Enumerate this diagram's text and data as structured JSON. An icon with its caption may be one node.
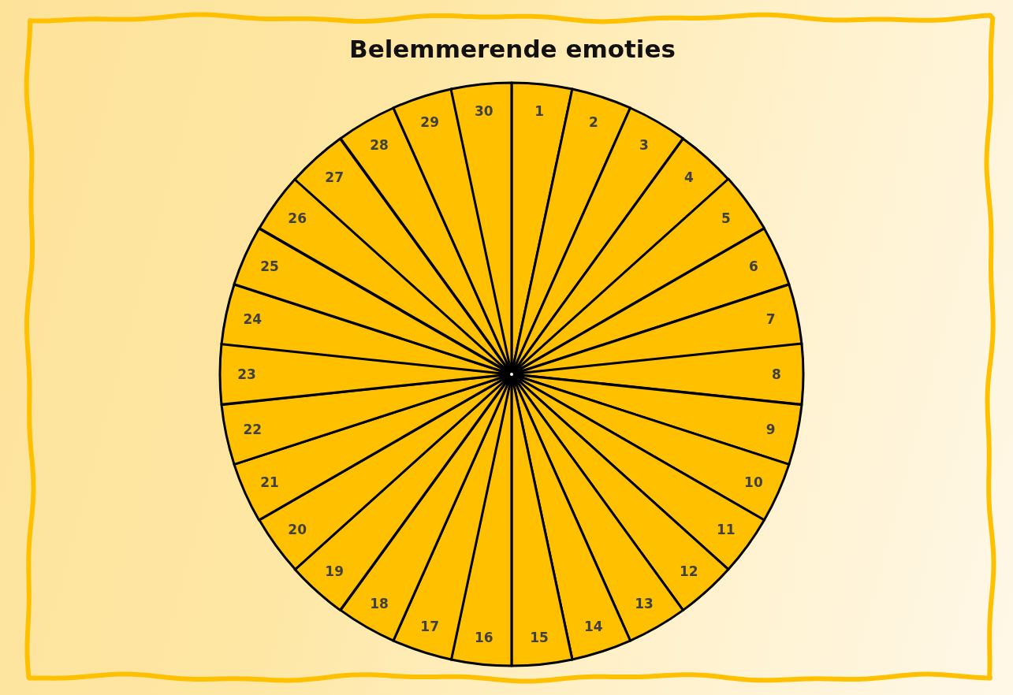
{
  "diagram": {
    "title": "Belemmerende emoties",
    "nodes": [
      {
        "text": [
          "1"
        ]
      },
      {
        "text": [
          "2"
        ]
      },
      {
        "text": [
          "3"
        ]
      },
      {
        "text": [
          "4"
        ]
      },
      {
        "text": [
          "5"
        ]
      },
      {
        "text": [
          "6"
        ]
      },
      {
        "text": [
          "7"
        ]
      },
      {
        "text": [
          "8"
        ]
      },
      {
        "text": [
          "9"
        ]
      },
      {
        "text": [
          "10"
        ]
      },
      {
        "text": [
          "11"
        ]
      },
      {
        "text": [
          "12"
        ]
      },
      {
        "text": [
          "13"
        ]
      },
      {
        "text": [
          "14"
        ]
      },
      {
        "text": [
          "15"
        ]
      },
      {
        "text": [
          "16"
        ]
      },
      {
        "text": [
          "17"
        ]
      },
      {
        "text": [
          "18"
        ]
      },
      {
        "text": [
          "19"
        ]
      },
      {
        "text": [
          "20"
        ]
      },
      {
        "text": [
          "21"
        ]
      },
      {
        "text": [
          "22"
        ]
      },
      {
        "text": [
          "23"
        ]
      },
      {
        "text": [
          "24"
        ]
      },
      {
        "text": [
          "25"
        ]
      },
      {
        "text": [
          "26"
        ]
      },
      {
        "text": [
          "27"
        ]
      },
      {
        "text": [
          "28"
        ]
      },
      {
        "text": [
          "29"
        ]
      },
      {
        "text": [
          "30"
        ]
      }
    ]
  }
}
